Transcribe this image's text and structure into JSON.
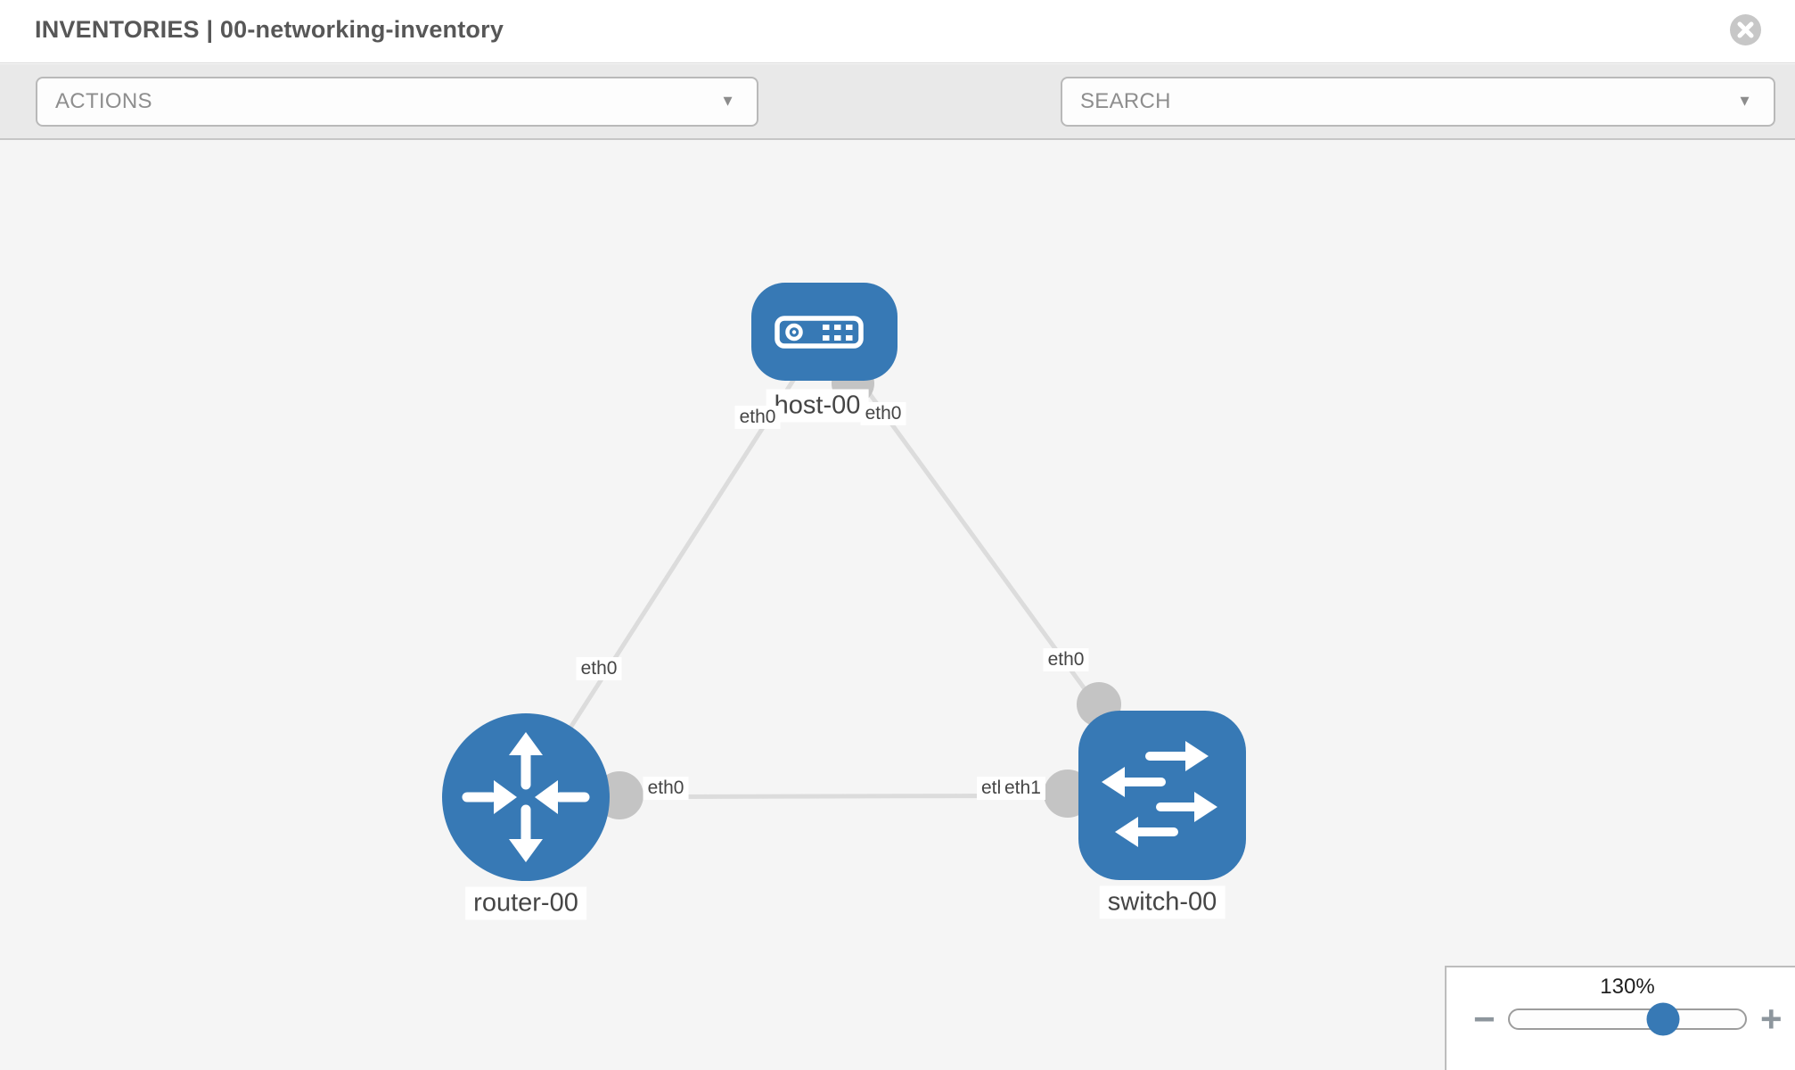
{
  "window": {
    "title": "INVENTORIES | 00-networking-inventory"
  },
  "toolbar": {
    "actions_label": "ACTIONS",
    "search_label": "SEARCH",
    "caret_icon": "▼",
    "wrench_icon": "wrench",
    "key_icon": "key"
  },
  "topology": {
    "nodes": [
      {
        "label": "host-00",
        "type": "host",
        "icon": "host-icon",
        "color": "#3779b5"
      },
      {
        "label": "router-00",
        "type": "router",
        "icon": "router-icon",
        "color": "#3779b5"
      },
      {
        "label": "switch-00",
        "type": "switch",
        "icon": "switch-icon",
        "color": "#3779b5"
      }
    ],
    "links": [
      {
        "from": "host-00",
        "to": "router-00",
        "from_interface": "eth0",
        "to_interface": "eth0"
      },
      {
        "from": "host-00",
        "to": "switch-00",
        "from_interface": "eth0",
        "to_interface": "eth0"
      },
      {
        "from": "router-00",
        "to": "switch-00",
        "from_interface": "eth0",
        "to_interface": "eth1"
      }
    ],
    "interface_labels": {
      "host_side_left": "eth0",
      "host_side_right": "eth0",
      "router_side_top": "eth0",
      "switch_side_top": "eth0",
      "router_side_right": "eth0",
      "switch_side_left_back": "eth0",
      "switch_side_left_front": "eth1"
    },
    "link_color": "#dcdcdc",
    "endpoint_color": "#c4c4c4"
  },
  "zoom": {
    "level": "130%",
    "minus_icon": "−",
    "plus_icon": "+"
  }
}
